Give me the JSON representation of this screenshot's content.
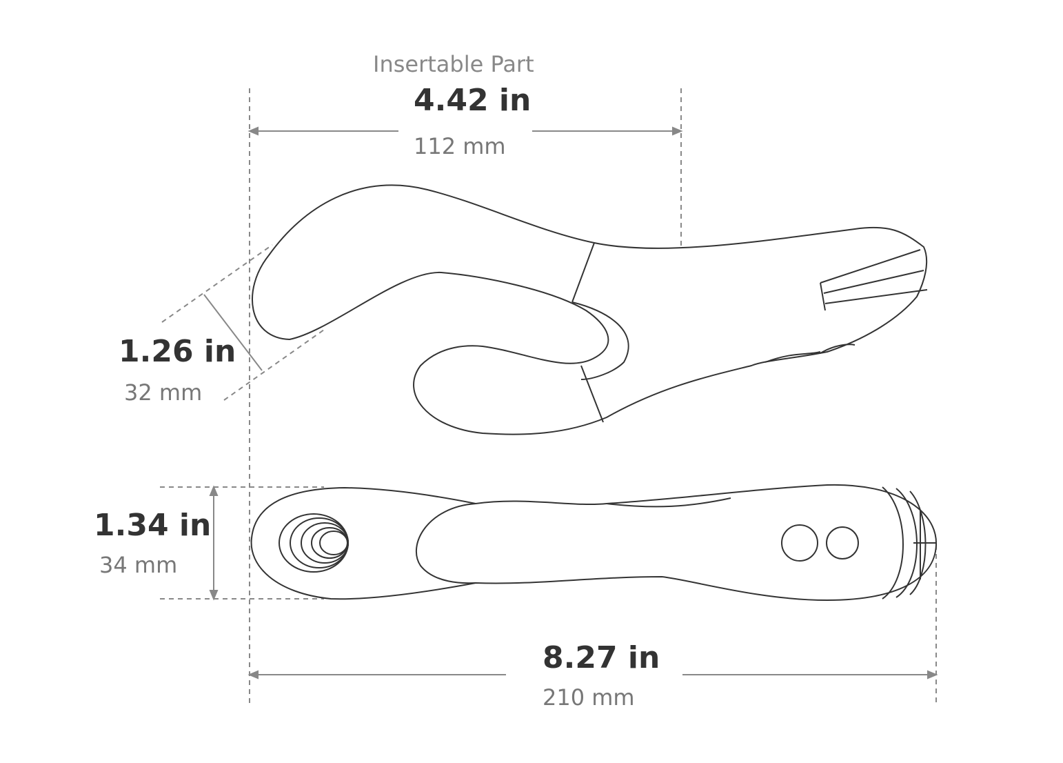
{
  "insertable": {
    "caption": "Insertable Part",
    "in": "4.42 in",
    "mm": "112 mm"
  },
  "diameter": {
    "in": "1.26 in",
    "mm": "32 mm"
  },
  "height": {
    "in": "1.34 in",
    "mm": "34 mm"
  },
  "length": {
    "in": "8.27 in",
    "mm": "210 mm"
  }
}
